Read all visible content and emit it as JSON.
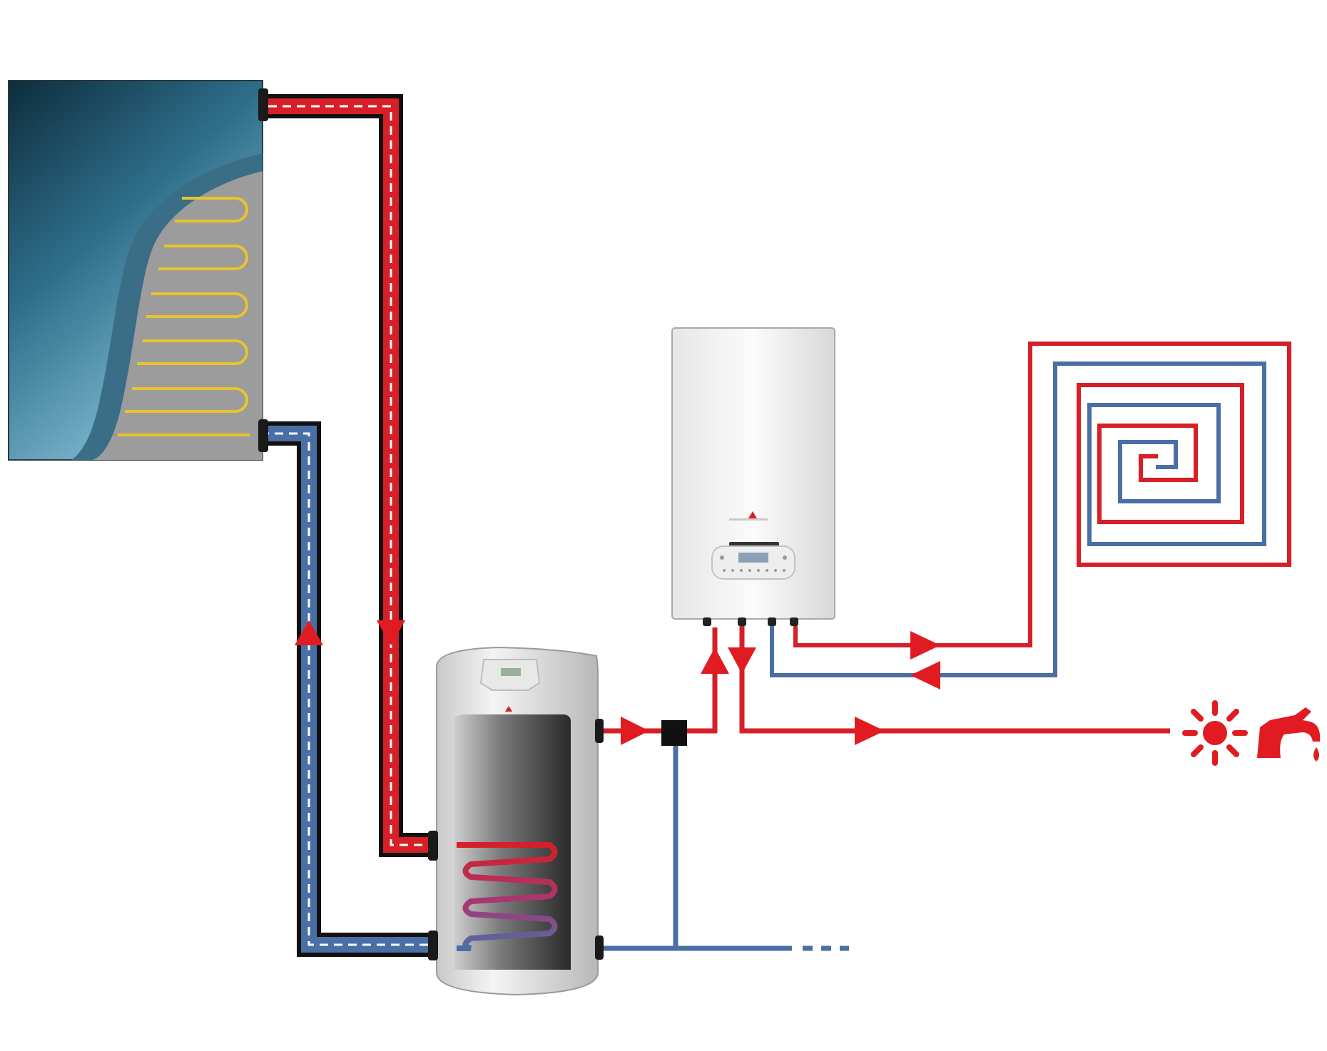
{
  "diagram": {
    "title": "",
    "components": [
      {
        "id": "solar-collector",
        "kind": "flat-plate solar collector"
      },
      {
        "id": "storage-tank",
        "kind": "solar hot water storage tank with heating coil"
      },
      {
        "id": "boiler",
        "kind": "wall-mounted boiler"
      },
      {
        "id": "underfloor-heating",
        "kind": "underfloor heating spiral"
      },
      {
        "id": "hot-water-outlet",
        "kind": "domestic hot water tap"
      },
      {
        "id": "cold-water-inlet",
        "kind": "cold water supply"
      }
    ],
    "flows": [
      {
        "from": "solar-collector",
        "to": "storage-tank",
        "fluid": "hot"
      },
      {
        "from": "storage-tank",
        "to": "solar-collector",
        "fluid": "cold"
      },
      {
        "from": "storage-tank",
        "to": "boiler",
        "fluid": "hot"
      },
      {
        "from": "boiler",
        "to": "hot-water-outlet",
        "fluid": "hot"
      },
      {
        "from": "boiler",
        "to": "underfloor-heating",
        "fluid": "hot"
      },
      {
        "from": "underfloor-heating",
        "to": "boiler",
        "fluid": "cold"
      },
      {
        "from": "cold-water-inlet",
        "to": "storage-tank",
        "fluid": "cold"
      }
    ],
    "colors": {
      "hot": "#d61f26",
      "cold": "#4a6fa5",
      "coil_yellow": "#e8c52a",
      "pipe_outline": "#111111",
      "collector_dark": "#0d2d3d",
      "collector_light": "#7cbad3",
      "panel_grey": "#9a9a9a"
    },
    "icons": [
      "sun-icon",
      "tap-icon",
      "flow-arrow-icon"
    ]
  }
}
